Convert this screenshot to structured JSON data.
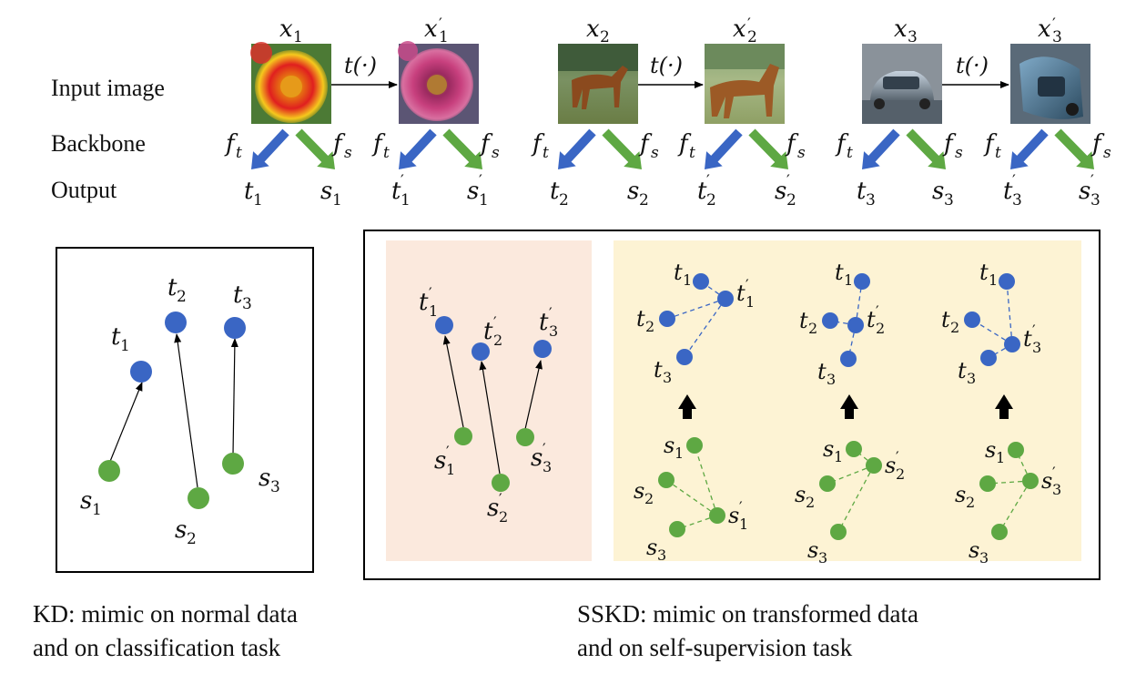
{
  "row_labels": {
    "input": "Input image",
    "backbone": "Backbone",
    "output": "Output"
  },
  "images": [
    {
      "label_base": "x",
      "label_sub": "1",
      "label_prime": false
    },
    {
      "label_base": "x",
      "label_sub": "1",
      "label_prime": true
    },
    {
      "label_base": "x",
      "label_sub": "2",
      "label_prime": false
    },
    {
      "label_base": "x",
      "label_sub": "2",
      "label_prime": true
    },
    {
      "label_base": "x",
      "label_sub": "3",
      "label_prime": false
    },
    {
      "label_base": "x",
      "label_sub": "3",
      "label_prime": true
    }
  ],
  "transform_label": "t(·)",
  "backbone_labels": {
    "teacher": "f",
    "teacher_sub": "t",
    "student": "f",
    "student_sub": "s"
  },
  "outputs": [
    {
      "base": "t",
      "sub": "1",
      "prime": false
    },
    {
      "base": "s",
      "sub": "1",
      "prime": false
    },
    {
      "base": "t",
      "sub": "1",
      "prime": true
    },
    {
      "base": "s",
      "sub": "1",
      "prime": true
    },
    {
      "base": "t",
      "sub": "2",
      "prime": false
    },
    {
      "base": "s",
      "sub": "2",
      "prime": false
    },
    {
      "base": "t",
      "sub": "2",
      "prime": true
    },
    {
      "base": "s",
      "sub": "2",
      "prime": true
    },
    {
      "base": "t",
      "sub": "3",
      "prime": false
    },
    {
      "base": "s",
      "sub": "3",
      "prime": false
    },
    {
      "base": "t",
      "sub": "3",
      "prime": true
    },
    {
      "base": "s",
      "sub": "3",
      "prime": true
    }
  ],
  "kd_caption": [
    "KD: mimic on normal data",
    "and on classification task"
  ],
  "sskd_caption": [
    "SSKD: mimic on transformed data",
    "and on self-supervision task"
  ],
  "colors": {
    "teacher": "#3a66c4",
    "student": "#5ea843",
    "peach_panel": "#fbe9dd",
    "yellow_panel": "#fdf3d4",
    "black": "#000000"
  }
}
